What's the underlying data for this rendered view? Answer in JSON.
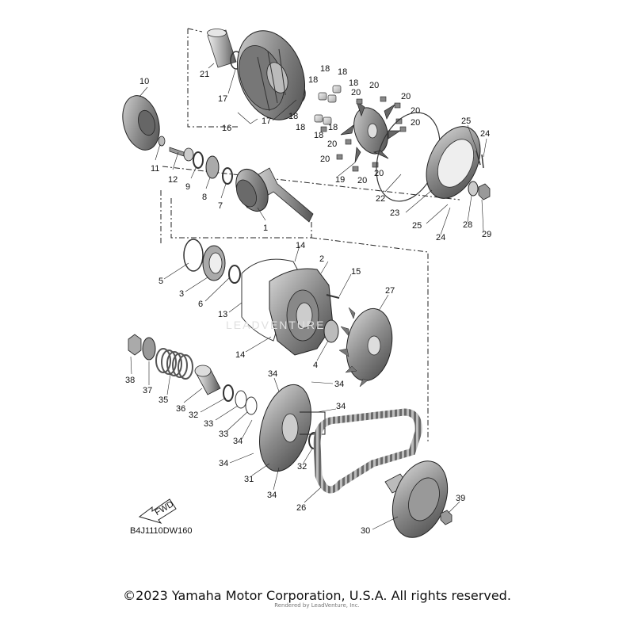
{
  "diagram": {
    "part_code": "B4J1110DW160",
    "fwd_label": "FWD",
    "watermark": "LEADVENTURE",
    "copyright": "©2023 Yamaha Motor Corporation, U.S.A. All rights reserved.",
    "rendered_by": "Rendered by LeadVenture, Inc."
  },
  "callouts": [
    "1",
    "2",
    "3",
    "4",
    "5",
    "6",
    "7",
    "8",
    "9",
    "10",
    "11",
    "12",
    "13",
    "14",
    "15",
    "16",
    "17",
    "18",
    "19",
    "20",
    "21",
    "22",
    "23",
    "24",
    "25",
    "26",
    "27",
    "28",
    "29",
    "30",
    "31",
    "32",
    "33",
    "34",
    "35",
    "36",
    "37",
    "38",
    "39"
  ]
}
